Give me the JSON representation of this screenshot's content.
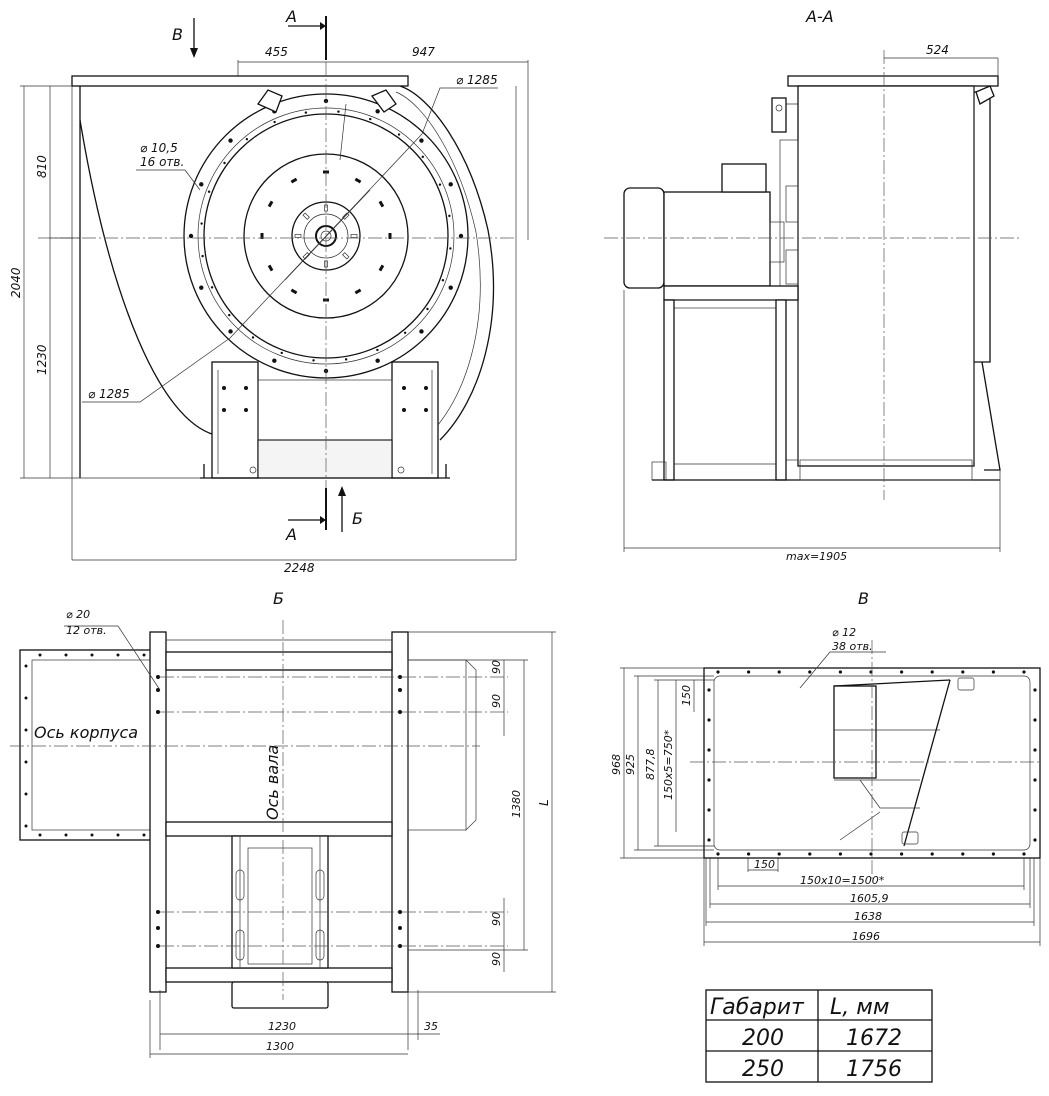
{
  "views": {
    "front": {
      "arrow_v": "В",
      "cut_top": "А",
      "cut_bottom": "А",
      "arrow_b": "Б",
      "dims": {
        "left_top": "455",
        "right_top": "947",
        "height_total": "2040",
        "height_upper": "810",
        "height_lower": "1230",
        "width_total": "2248",
        "dia_top": "⌀ 1285",
        "dia_bottom": "⌀ 1285",
        "holes_size": "⌀ 10,5",
        "holes_count": "16 отв."
      }
    },
    "section": {
      "title": "А-А",
      "dims": {
        "top": "524",
        "bottom": "max=1905"
      }
    },
    "view_b": {
      "title": "Б",
      "labels": {
        "axis_body": "Ось корпуса",
        "axis_shaft": "Ось вала"
      },
      "dims": {
        "holes_size": "⌀ 20",
        "holes_count": "12 отв.",
        "d90_1": "90",
        "d90_2": "90",
        "d90_3": "90",
        "d90_4": "90",
        "h1380": "1380",
        "hL": "L",
        "w1230": "1230",
        "w1300": "1300",
        "w35": "35"
      }
    },
    "view_v": {
      "title": "В",
      "dims": {
        "holes_size": "⌀ 12",
        "holes_count": "38 отв.",
        "v968": "968",
        "v925": "925",
        "v877": "877,8",
        "v750": "150x5=750*",
        "v150": "150",
        "h150": "150",
        "h1500": "150x10=1500*",
        "h1605": "1605,9",
        "h1638": "1638",
        "h1696": "1696"
      }
    }
  },
  "table": {
    "headers": [
      "Габарит",
      "L, мм"
    ],
    "rows": [
      [
        "200",
        "1672"
      ],
      [
        "250",
        "1756"
      ]
    ]
  }
}
